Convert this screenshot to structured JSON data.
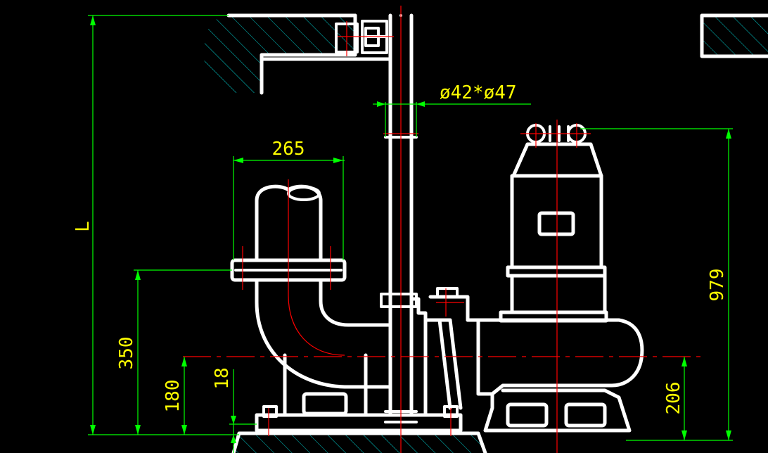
{
  "colors": {
    "background": "#000000",
    "outline": "#ffffff",
    "dimension_line": "#00ff00",
    "dimension_text": "#ffff00",
    "center_line": "#ff0000",
    "hatch": "#00cccc"
  },
  "dimensions": {
    "length_L": "L",
    "guide_rail_diameter": "ø42*ø47",
    "outlet_flange_width": "265",
    "outlet_height": "350",
    "outlet_center_height": "180",
    "base_offset": "18",
    "pump_total_height": "979",
    "pump_axis_height": "206"
  }
}
